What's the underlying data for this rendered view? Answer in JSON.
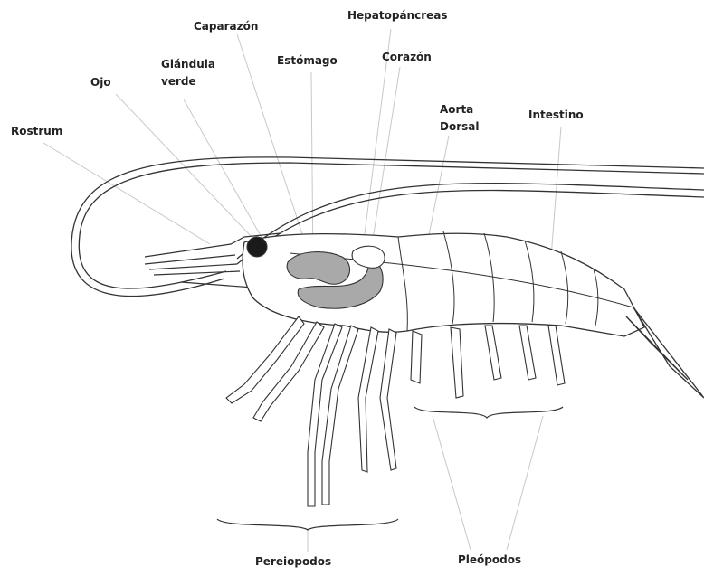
{
  "labels": {
    "caparazon": "Caparazón",
    "hepatopancreas": "Hepatopáncreas",
    "ojo": "Ojo",
    "glandula_verde_1": "Glándula",
    "glandula_verde_2": "verde",
    "estomago": "Estómago",
    "corazon": "Corazón",
    "aorta_dorsal_1": "Aorta",
    "aorta_dorsal_2": "Dorsal",
    "intestino": "Intestino",
    "rostrum": "Rostrum",
    "pereiopodos": "Pereiopodos",
    "pleopodos": "Pleópodos"
  },
  "colors": {
    "outline": "#333333",
    "organ_fill": "#a9a9a9",
    "eye_fill": "#1a1a1a",
    "leader_line": "#c8c8c8",
    "text": "#222222"
  }
}
